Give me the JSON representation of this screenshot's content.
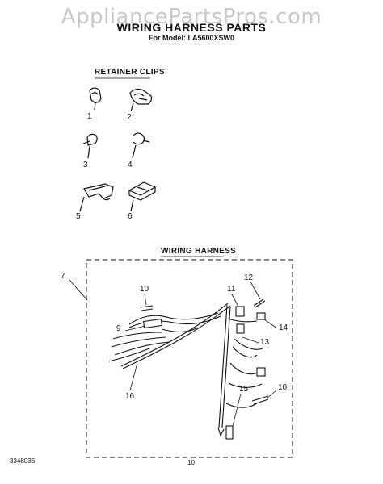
{
  "watermark": "AppliancePartsPros.com",
  "header": {
    "title": "WIRING HARNESS PARTS",
    "model_line": "For Model: LA5600XSW0"
  },
  "retainer_clips": {
    "title": "RETAINER CLIPS",
    "labels": [
      "1",
      "2",
      "3",
      "4",
      "5",
      "6"
    ]
  },
  "wiring_harness": {
    "title": "WIRING HARNESS",
    "callouts": [
      "7",
      "9",
      "10",
      "11",
      "12",
      "13",
      "14",
      "15",
      "16",
      "10"
    ]
  },
  "footer": {
    "doc_number": "3348036",
    "page_number": "10"
  }
}
